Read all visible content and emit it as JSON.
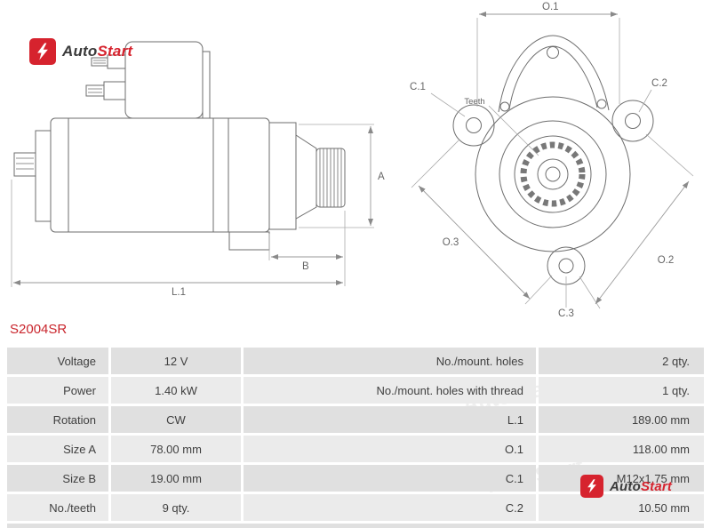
{
  "logo": {
    "text_primary": "Auto",
    "text_accent": "Start"
  },
  "part_number": "S2004SR",
  "watermark_text": "AutoStart",
  "diagram": {
    "side_labels": {
      "a": "A",
      "b": "B",
      "l1": "L.1"
    },
    "front_labels": {
      "o1": "O.1",
      "o2": "O.2",
      "o3": "O.3",
      "c1": "C.1",
      "c2": "C.2",
      "c3": "C.3",
      "teeth": "Teeth"
    }
  },
  "table": {
    "rows": [
      {
        "label_l": "Voltage",
        "value_l": "12 V",
        "label_r": "No./mount. holes",
        "value_r": "2 qty."
      },
      {
        "label_l": "Power",
        "value_l": "1.40 kW",
        "label_r": "No./mount. holes with thread",
        "value_r": "1 qty."
      },
      {
        "label_l": "Rotation",
        "value_l": "CW",
        "label_r": "L.1",
        "value_r": "189.00 mm"
      },
      {
        "label_l": "Size A",
        "value_l": "78.00 mm",
        "label_r": "O.1",
        "value_r": "118.00 mm"
      },
      {
        "label_l": "Size B",
        "value_l": "19.00 mm",
        "label_r": "C.1",
        "value_r": "M12x1.75 mm"
      },
      {
        "label_l": "No./teeth",
        "value_l": "9 qty.",
        "label_r": "C.2",
        "value_r": "10.50 mm"
      }
    ]
  },
  "colors": {
    "accent": "#d6232e",
    "row_dark": "#e0e0e0",
    "row_light": "#ebebeb",
    "line": "#6e6e6e"
  }
}
